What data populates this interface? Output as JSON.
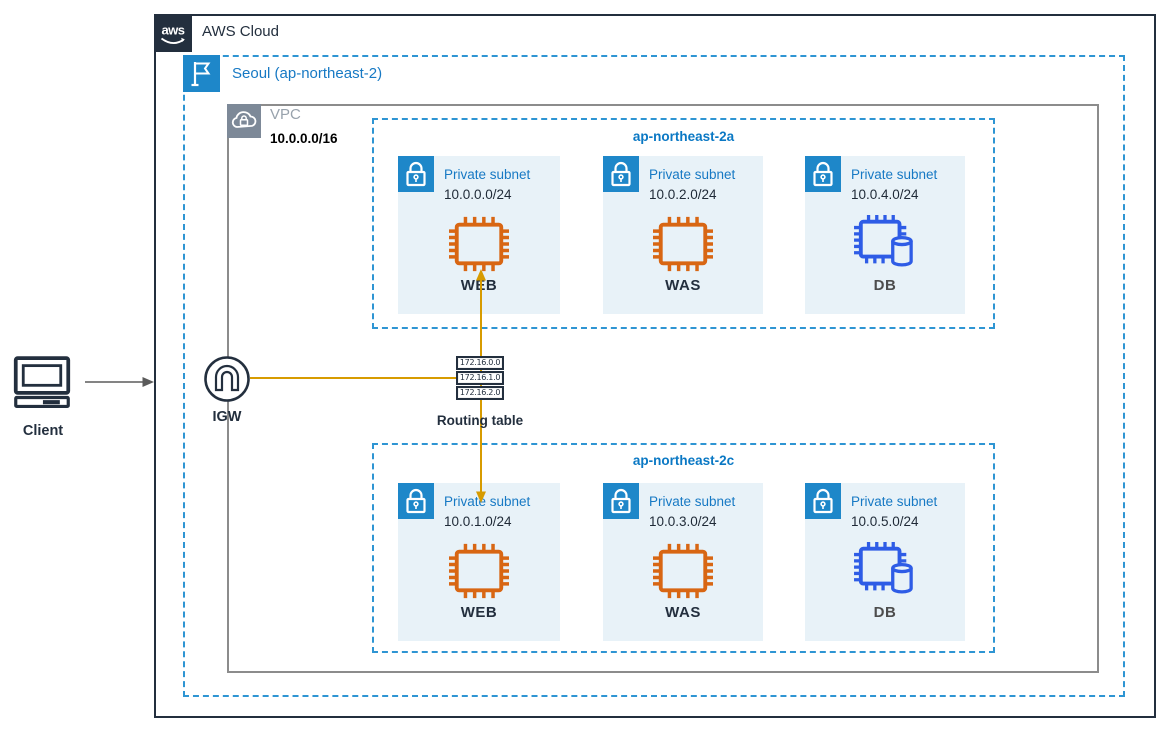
{
  "aws_cloud": {
    "label": "AWS Cloud",
    "icon": "aws-logo-icon"
  },
  "region": {
    "label": "Seoul (ap-northeast-2)",
    "icon": "region-flag-icon"
  },
  "vpc": {
    "label": "VPC",
    "cidr": "10.0.0.0/16",
    "icon": "vpc-cloud-lock-icon"
  },
  "client": {
    "label": "Client",
    "icon": "desktop-computer-icon"
  },
  "igw": {
    "label": "IGW",
    "icon": "internet-gateway-icon"
  },
  "routing_table": {
    "label": "Routing table",
    "entries": [
      "172.16.0.0",
      "172.16.1.0",
      "172.16.2.0"
    ]
  },
  "availability_zones": [
    {
      "name": "ap-northeast-2a",
      "subnets": [
        {
          "type": "Private subnet",
          "cidr": "10.0.0.0/24",
          "service": "WEB",
          "icon": "chip-icon"
        },
        {
          "type": "Private subnet",
          "cidr": "10.0.2.0/24",
          "service": "WAS",
          "icon": "chip-icon"
        },
        {
          "type": "Private subnet",
          "cidr": "10.0.4.0/24",
          "service": "DB",
          "icon": "chip-database-icon"
        }
      ]
    },
    {
      "name": "ap-northeast-2c",
      "subnets": [
        {
          "type": "Private subnet",
          "cidr": "10.0.1.0/24",
          "service": "WEB",
          "icon": "chip-icon"
        },
        {
          "type": "Private subnet",
          "cidr": "10.0.3.0/24",
          "service": "WAS",
          "icon": "chip-icon"
        },
        {
          "type": "Private subnet",
          "cidr": "10.0.5.0/24",
          "service": "DB",
          "icon": "chip-database-icon"
        }
      ]
    }
  ],
  "connections": [
    {
      "from": "Client",
      "to": "AWS Cloud",
      "style": "gray-arrow"
    },
    {
      "from": "IGW",
      "to": "Routing table",
      "style": "orange-line"
    },
    {
      "from": "Routing table",
      "to": "WEB 10.0.0.0/24",
      "style": "orange-arrow-up"
    },
    {
      "from": "Routing table",
      "to": "WEB 10.0.1.0/24",
      "style": "orange-arrow-down"
    }
  ],
  "colors": {
    "dark": "#232F3E",
    "accent_blue_text": "#1779C4",
    "icon_blue": "#1E87C9",
    "dashed_border_blue": "#2E95D3",
    "vpc_gray": "#8C8C8C",
    "subnet_bg": "#E8F2F8",
    "chip_orange": "#D86613",
    "db_blue": "#2E5CE6",
    "connector_orange": "#D79B00"
  }
}
